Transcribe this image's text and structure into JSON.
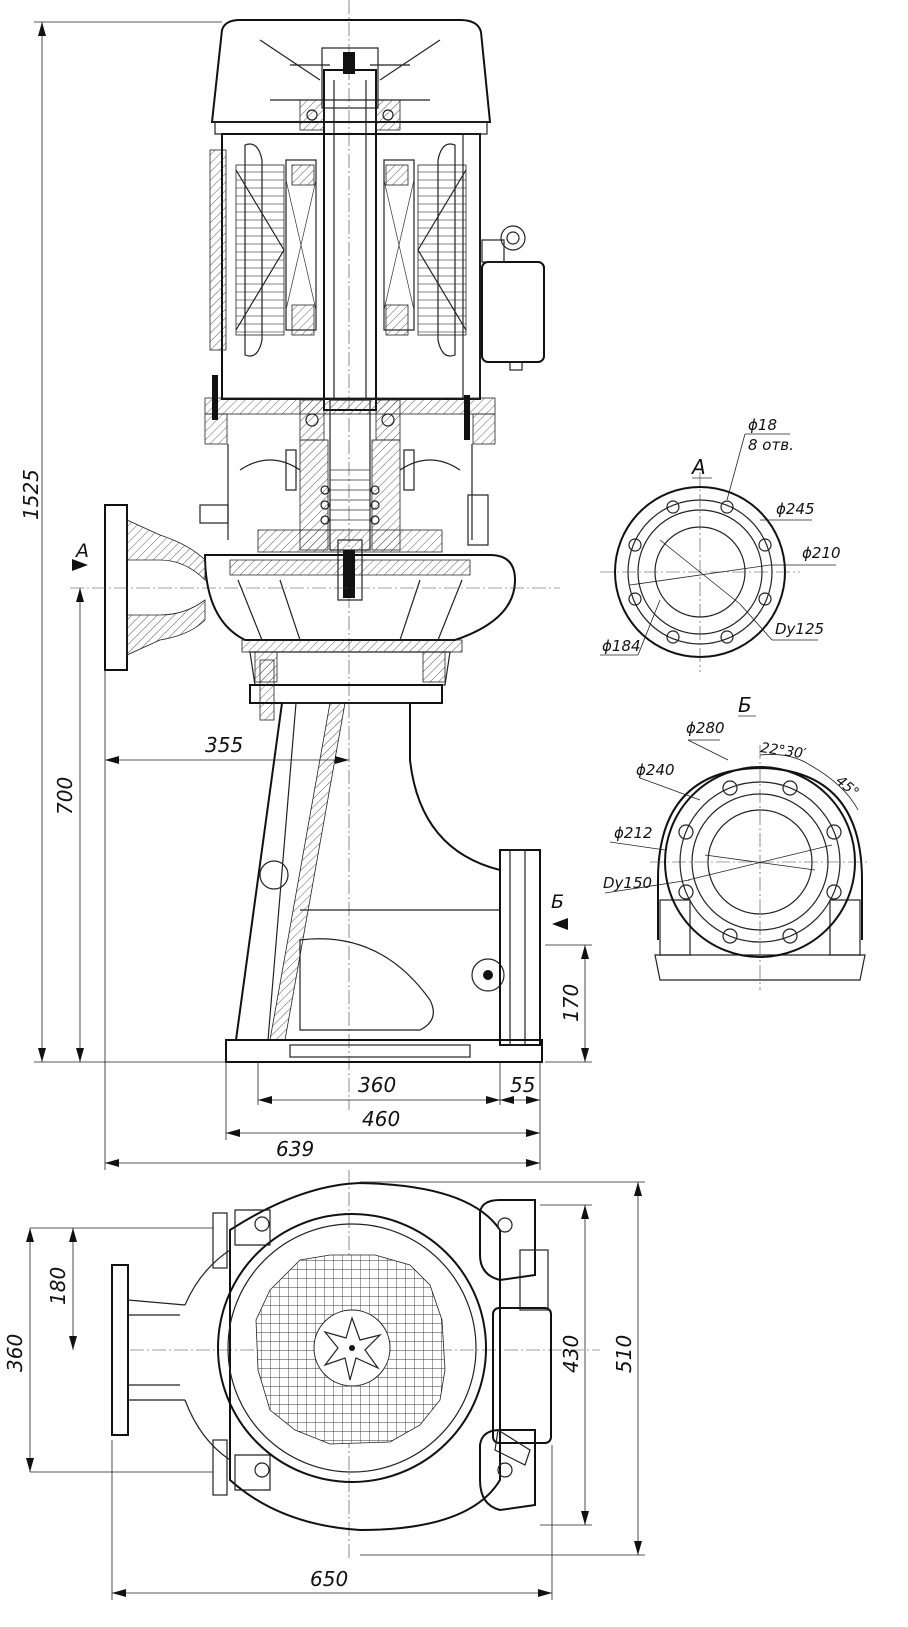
{
  "dimensions": {
    "overall_height": "1525",
    "inlet_axis_height": "700",
    "axis_offset": "355",
    "outlet_axis_height": "170",
    "foot_bolt_span": "360",
    "foot_edge": "55",
    "base_length": "460",
    "overall_length": "639",
    "plan_width": "650",
    "plan_depth": "360",
    "plan_axis_offset": "180",
    "motor_box_height": "430",
    "plan_total_height": "510"
  },
  "view_a": {
    "label": "A",
    "holes": "ϕ18",
    "holes_count": "8 отв.",
    "bolt_circle": "ϕ210",
    "outer": "ϕ245",
    "raised_face": "ϕ184",
    "nominal": "Dy125"
  },
  "view_b": {
    "label": "Б",
    "outer": "ϕ280",
    "bolt_circle": "ϕ240",
    "raised_face": "ϕ212",
    "nominal": "Dy150",
    "angle1": "22°30′",
    "angle2": "45°"
  },
  "section_marks": {
    "a": "A",
    "b": "Б"
  }
}
